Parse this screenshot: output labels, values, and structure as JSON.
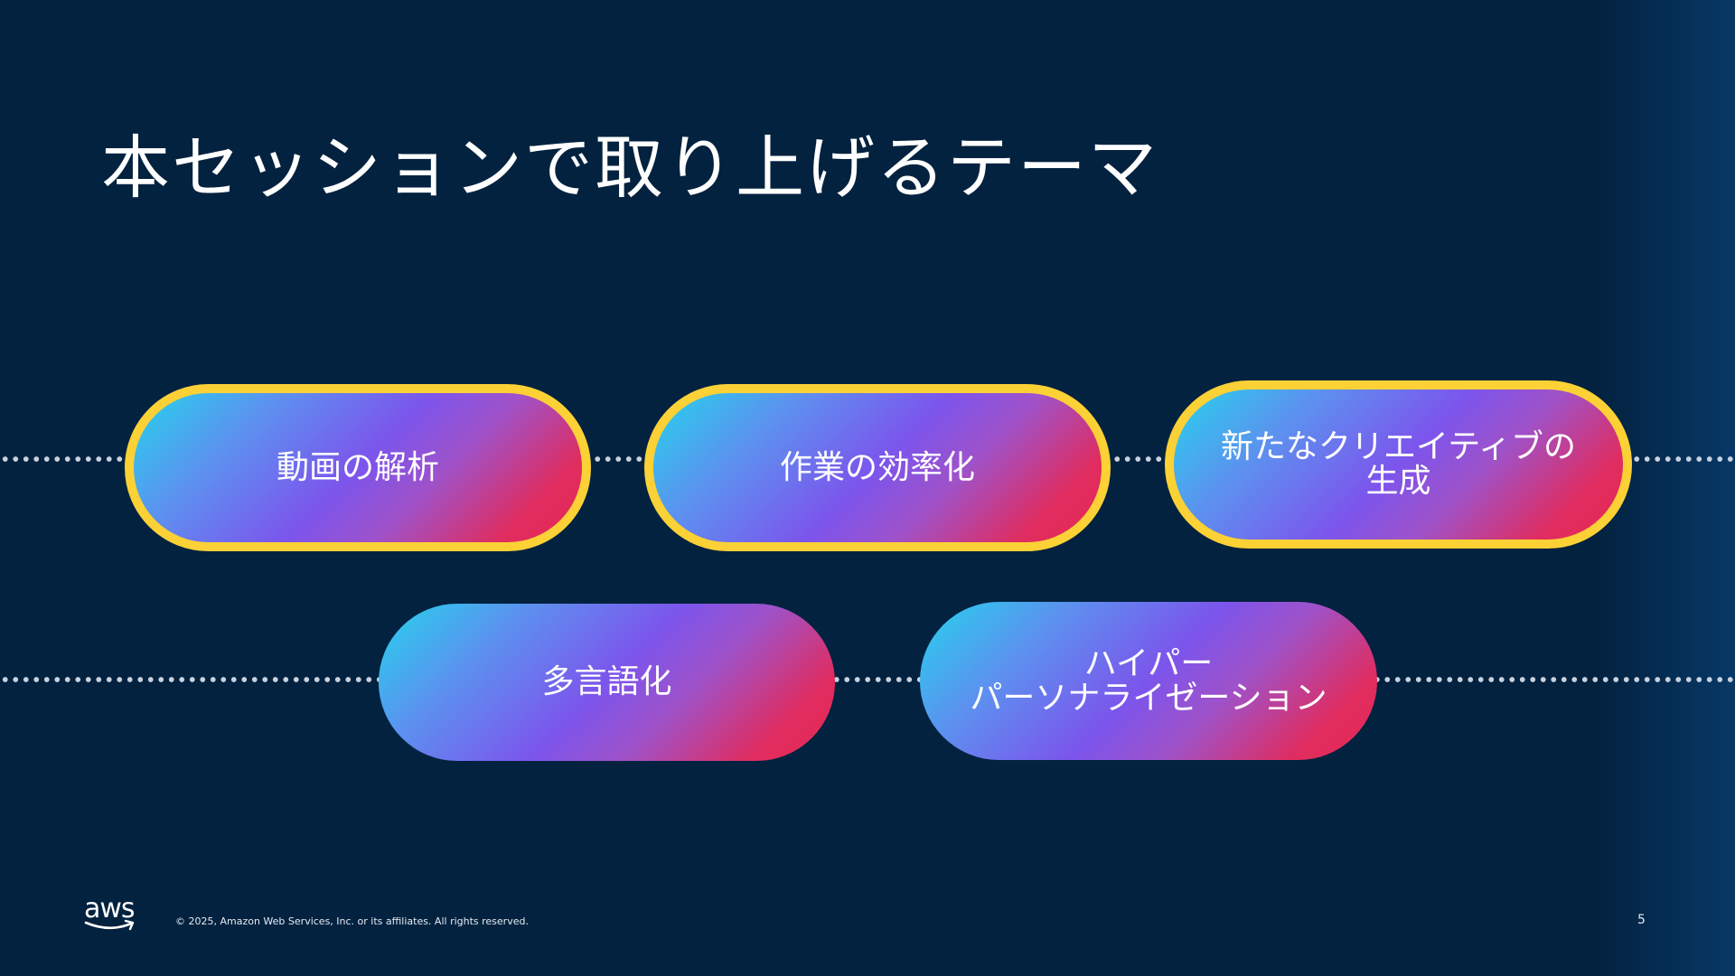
{
  "slide": {
    "title": "本セッションで取り上げるテーマ",
    "page_number": "5"
  },
  "themes": [
    {
      "lines": [
        "動画の解析"
      ],
      "highlighted": true
    },
    {
      "lines": [
        "作業の効率化"
      ],
      "highlighted": true
    },
    {
      "lines": [
        "新たなクリエイティブの",
        "生成"
      ],
      "highlighted": true
    },
    {
      "lines": [
        "多言語化"
      ],
      "highlighted": false
    },
    {
      "lines": [
        "ハイパー",
        "パーソナライゼーション"
      ],
      "highlighted": false
    }
  ],
  "footer": {
    "logo_text": "aws",
    "copyright": "© 2025, Amazon Web Services, Inc. or its affiliates. All rights reserved."
  },
  "colors": {
    "background": "#03223f",
    "highlight_border": "#fbd136",
    "gradient_start": "#25d3ec",
    "gradient_mid": "#7c55ec",
    "gradient_end": "#e62a55"
  }
}
